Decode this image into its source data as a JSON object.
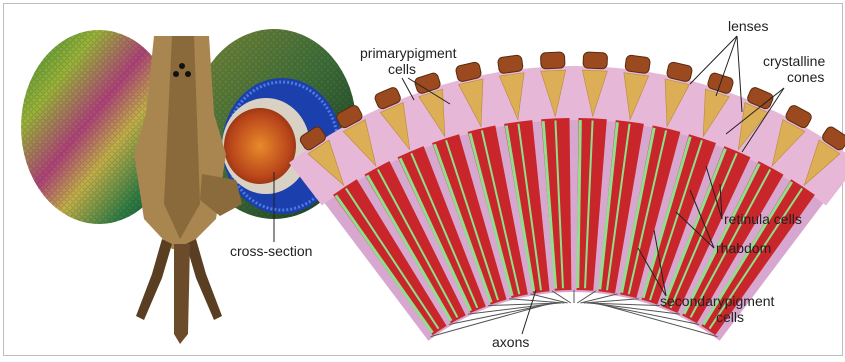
{
  "labels": {
    "cross_section": "cross-section",
    "primary_pigment_line1": "primarypigment",
    "primary_pigment_line2": "cells",
    "lenses": "lenses",
    "crystalline_line1": "crystalline",
    "crystalline_line2": "cones",
    "retinula": "retinula cells",
    "rhabdom": "rhabdom",
    "secondary_line1": "secondarypigment",
    "secondary_line2": "cells",
    "axons": "axons"
  },
  "colors": {
    "lens": "#9a4a1e",
    "cone": "#dcae55",
    "primary_pigment": "#e6b7d7",
    "retinula": "#c9262b",
    "rhabdom": "#8fe08a",
    "secondary_pigment": "#d8a7cf",
    "axon": "#555555"
  },
  "ommatidium_count": 14
}
